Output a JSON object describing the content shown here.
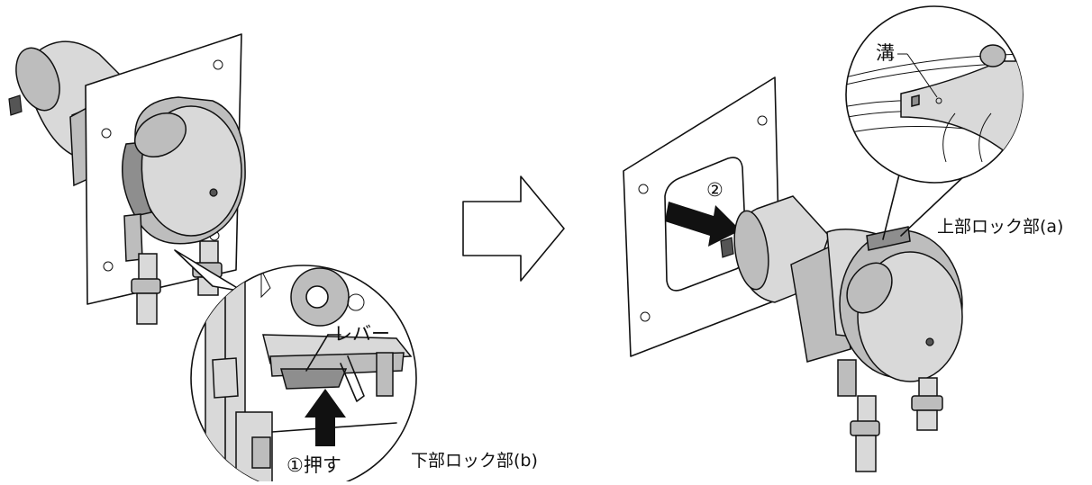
{
  "labels": {
    "lever": "レバー",
    "push": "①押す",
    "lower_lock": "下部ロック部(b)",
    "step2": "②",
    "groove": "溝",
    "upper_lock": "上部ロック部(a)"
  }
}
